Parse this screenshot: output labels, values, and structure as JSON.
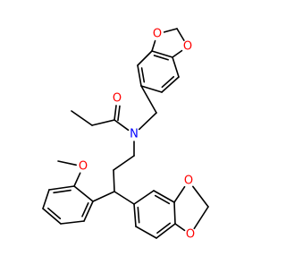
{
  "molecule": {
    "atom_labels": [
      {
        "id": "O1",
        "text": "O"
      },
      {
        "id": "O2",
        "text": "O"
      },
      {
        "id": "O3",
        "text": "O"
      },
      {
        "id": "N1",
        "text": "N"
      },
      {
        "id": "O4",
        "text": "O"
      },
      {
        "id": "O5",
        "text": "O"
      },
      {
        "id": "O6",
        "text": "O"
      }
    ]
  },
  "colors": {
    "bond": "#000000",
    "oxygen": "#ff0000",
    "nitrogen": "#0000ff",
    "background": "#ffffff"
  }
}
